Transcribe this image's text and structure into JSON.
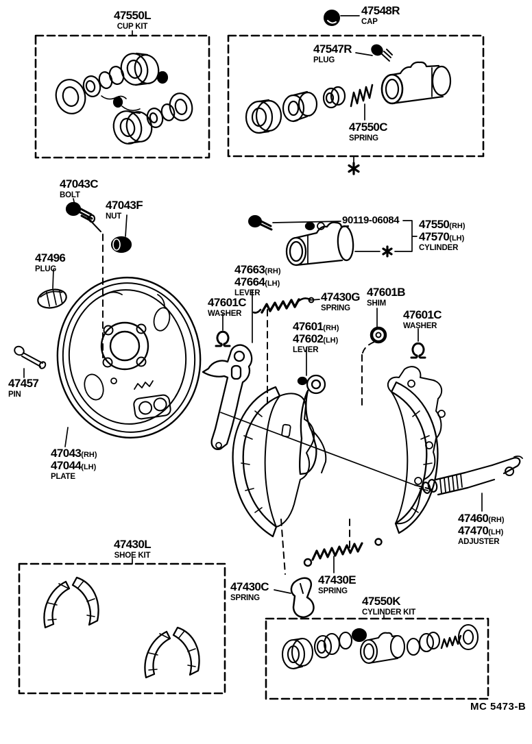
{
  "page": {
    "footer_code": "MC 5473-B"
  },
  "colors": {
    "ink": "#000000",
    "paper": "#ffffff"
  },
  "labels": {
    "cup_kit": {
      "code": "47550L",
      "desc": "CUP KIT"
    },
    "cap": {
      "code": "47548R",
      "desc": "CAP"
    },
    "plug_top": {
      "code": "47547R",
      "desc": "PLUG"
    },
    "spring_top": {
      "code": "47550C",
      "desc": "SPRING"
    },
    "bolt": {
      "code": "47043C",
      "desc": "BOLT"
    },
    "nut": {
      "code": "47043F",
      "desc": "NUT"
    },
    "plug_left": {
      "code": "47496",
      "desc": "PLUG"
    },
    "pin": {
      "code": "47457",
      "desc": "PIN"
    },
    "plate": {
      "code_rh": "47043",
      "suffix_rh": "(RH)",
      "code_lh": "47044",
      "suffix_lh": "(LH)",
      "desc": "PLATE"
    },
    "bolt_part": {
      "code": "90119-06084"
    },
    "cylinder": {
      "code_rh": "47550",
      "suffix_rh": "(RH)",
      "code_lh": "47570",
      "suffix_lh": "(LH)",
      "desc": "CYLINDER"
    },
    "lever_park": {
      "code_rh": "47663",
      "suffix_rh": "(RH)",
      "code_lh": "47664",
      "suffix_lh": "(LH)",
      "desc": "LEVER"
    },
    "washer_left": {
      "code": "47601C",
      "desc": "WASHER"
    },
    "spring_g": {
      "code": "47430G",
      "desc": "SPRING"
    },
    "shim": {
      "code": "47601B",
      "desc": "SHIM"
    },
    "washer_right": {
      "code": "47601C",
      "desc": "WASHER"
    },
    "lever_shoe": {
      "code_rh": "47601",
      "suffix_rh": "(RH)",
      "code_lh": "47602",
      "suffix_lh": "(LH)",
      "desc": "LEVER"
    },
    "adjuster": {
      "code_rh": "47460",
      "suffix_rh": "(RH)",
      "code_lh": "47470",
      "suffix_lh": "(LH)",
      "desc": "ADJUSTER"
    },
    "shoe_kit": {
      "code": "47430L",
      "desc": "SHOE KIT"
    },
    "spring_c2": {
      "code": "47430C",
      "desc": "SPRING"
    },
    "spring_e": {
      "code": "47430E",
      "desc": "SPRING"
    },
    "cylinder_kit": {
      "code": "47550K",
      "desc": "CYLINDER KIT"
    }
  }
}
